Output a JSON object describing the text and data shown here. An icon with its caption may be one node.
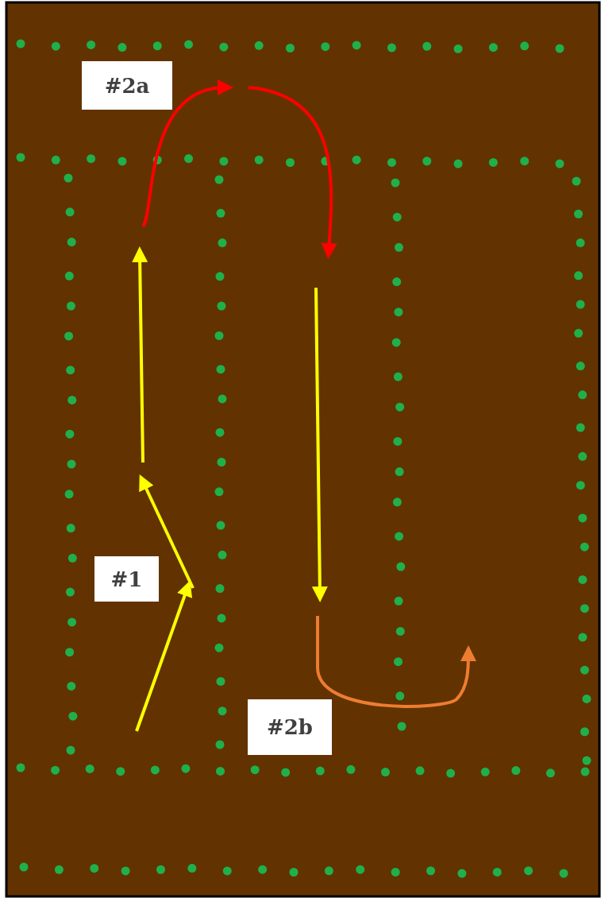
{
  "diagram": {
    "labels": [
      "#2a",
      "#1",
      "#2b"
    ]
  }
}
